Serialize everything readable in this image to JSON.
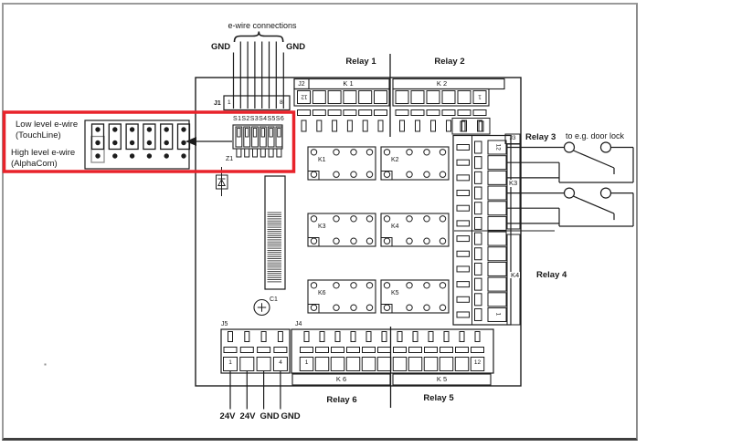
{
  "colors": {
    "highlight": "#e8232b",
    "line": "#1c1c1c",
    "grey": "#8e8e8e"
  },
  "labels": {
    "ewire": "e-wire connections",
    "gnd_left": "GND",
    "gnd_right": "GND",
    "relay1": "Relay 1",
    "relay2": "Relay 2",
    "relay3": "Relay 3",
    "relay4": "Relay 4",
    "relay5": "Relay 5",
    "relay6": "Relay 6",
    "door_lock": "to e.g. door lock",
    "low_level_1": "Low level e-wire",
    "low_level_2": "(TouchLine)",
    "high_level_1": "High level e-wire",
    "high_level_2": "(AlphaCom)",
    "power": [
      "24V",
      "24V",
      "GND",
      "GND"
    ]
  },
  "components": {
    "j1": "J1",
    "j2": "J2",
    "j3": "J3",
    "j4": "J4",
    "j5": "J5",
    "z1": "Z1",
    "c1": "C1",
    "dip": "S1S2S3S4S5S6",
    "relay_parts": [
      "K1",
      "K2",
      "K3",
      "K4",
      "K6",
      "K5"
    ],
    "headers": {
      "k1": "K 1",
      "k2": "K 2",
      "k6": "K 6",
      "k5": "K 5"
    },
    "k3_group": "K3",
    "k4_group": "K4"
  },
  "pins": {
    "j1_first": "1",
    "j1_last": "8",
    "j2_first": "12",
    "j2_last": "1",
    "j3_top": "12",
    "j3_bottom": "1",
    "j4_first": "1",
    "j4_last": "12",
    "j5_first": "1",
    "j5_last": "4"
  }
}
